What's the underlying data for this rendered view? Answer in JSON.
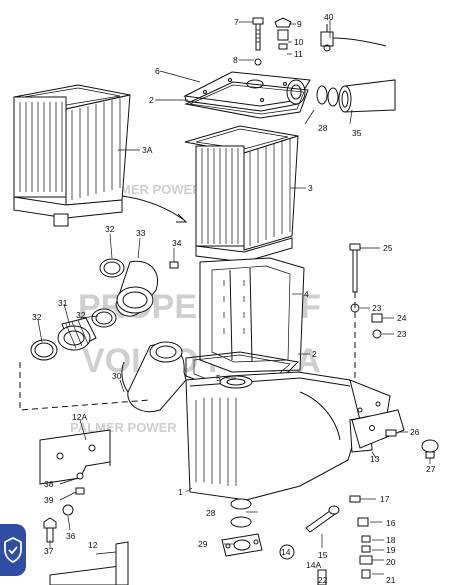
{
  "watermark": {
    "lines": [
      "PALMER POWER",
      "PROPERTY OF",
      "VOLVO PENTA",
      "PALMER POWER"
    ]
  },
  "callouts": [
    {
      "id": "c7",
      "text": "7"
    },
    {
      "id": "c9",
      "text": "9"
    },
    {
      "id": "c40",
      "text": "40"
    },
    {
      "id": "c10",
      "text": "10"
    },
    {
      "id": "c11",
      "text": "11"
    },
    {
      "id": "c8",
      "text": "8"
    },
    {
      "id": "c6",
      "text": "6"
    },
    {
      "id": "c2a",
      "text": "2"
    },
    {
      "id": "c28a",
      "text": "28"
    },
    {
      "id": "c35",
      "text": "35"
    },
    {
      "id": "c3A",
      "text": "3A"
    },
    {
      "id": "c3",
      "text": "3"
    },
    {
      "id": "c32a",
      "text": "32"
    },
    {
      "id": "c33",
      "text": "33"
    },
    {
      "id": "c34",
      "text": "34"
    },
    {
      "id": "c25",
      "text": "25"
    },
    {
      "id": "c31",
      "text": "31"
    },
    {
      "id": "c32b",
      "text": "32"
    },
    {
      "id": "c32c",
      "text": "32"
    },
    {
      "id": "c4",
      "text": "4"
    },
    {
      "id": "c23a",
      "text": "23"
    },
    {
      "id": "c24",
      "text": "24"
    },
    {
      "id": "c23b",
      "text": "23"
    },
    {
      "id": "c2b",
      "text": "2"
    },
    {
      "id": "c5",
      "text": "5"
    },
    {
      "id": "c30",
      "text": "30"
    },
    {
      "id": "c12A",
      "text": "12A"
    },
    {
      "id": "c26",
      "text": "26"
    },
    {
      "id": "c13",
      "text": "13"
    },
    {
      "id": "c27",
      "text": "27"
    },
    {
      "id": "c38",
      "text": "38"
    },
    {
      "id": "c39",
      "text": "39"
    },
    {
      "id": "c1",
      "text": "1"
    },
    {
      "id": "c17",
      "text": "17"
    },
    {
      "id": "c28b",
      "text": "28"
    },
    {
      "id": "c16",
      "text": "16"
    },
    {
      "id": "c37",
      "text": "37"
    },
    {
      "id": "c36",
      "text": "36"
    },
    {
      "id": "c12",
      "text": "12"
    },
    {
      "id": "c29",
      "text": "29"
    },
    {
      "id": "c18",
      "text": "18"
    },
    {
      "id": "c19",
      "text": "19"
    },
    {
      "id": "c14",
      "text": "14"
    },
    {
      "id": "c15",
      "text": "15"
    },
    {
      "id": "c14A",
      "text": "14A"
    },
    {
      "id": "c20",
      "text": "20"
    },
    {
      "id": "c22",
      "text": "22"
    },
    {
      "id": "c21",
      "text": "21"
    }
  ],
  "badge": {
    "icon": "shield-check-icon",
    "color": "#2f4ea3"
  }
}
